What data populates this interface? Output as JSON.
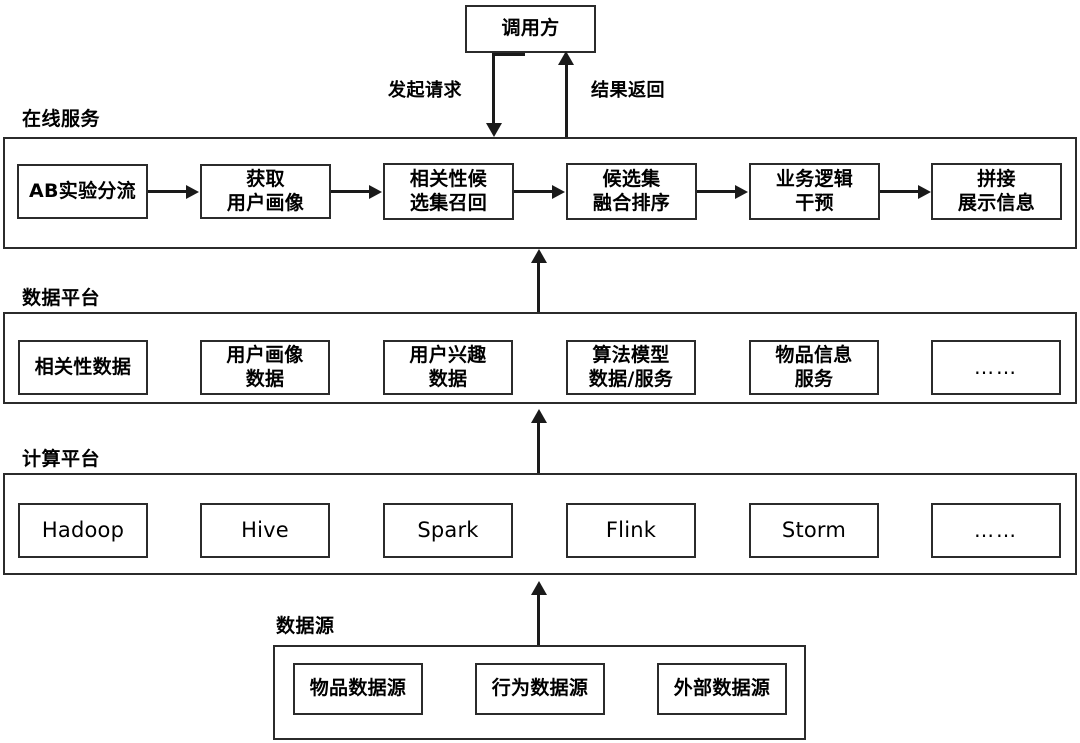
{
  "diagram": {
    "caller": {
      "label": "调用方"
    },
    "edges": {
      "request_label": "发起请求",
      "response_label": "结果返回"
    },
    "layers": [
      {
        "id": "online-service",
        "caption": "在线服务",
        "nodes": [
          {
            "label": "AB实验分流",
            "kind": "cjk"
          },
          {
            "label": "获取\n用户画像",
            "kind": "cjk"
          },
          {
            "label": "相关性候\n选集召回",
            "kind": "cjk"
          },
          {
            "label": "候选集\n融合排序",
            "kind": "cjk"
          },
          {
            "label": "业务逻辑\n干预",
            "kind": "cjk"
          },
          {
            "label": "拼接\n展示信息",
            "kind": "cjk"
          }
        ]
      },
      {
        "id": "data-platform",
        "caption": "数据平台",
        "nodes": [
          {
            "label": "相关性数据",
            "kind": "cjk"
          },
          {
            "label": "用户画像\n数据",
            "kind": "cjk"
          },
          {
            "label": "用户兴趣\n数据",
            "kind": "cjk"
          },
          {
            "label": "算法模型\n数据/服务",
            "kind": "cjk"
          },
          {
            "label": "物品信息\n服务",
            "kind": "cjk"
          },
          {
            "label": "……",
            "kind": "dots"
          }
        ]
      },
      {
        "id": "compute-platform",
        "caption": "计算平台",
        "nodes": [
          {
            "label": "Hadoop",
            "kind": "latin"
          },
          {
            "label": "Hive",
            "kind": "latin"
          },
          {
            "label": "Spark",
            "kind": "latin"
          },
          {
            "label": "Flink",
            "kind": "latin"
          },
          {
            "label": "Storm",
            "kind": "latin"
          },
          {
            "label": "……",
            "kind": "dots"
          }
        ]
      },
      {
        "id": "data-source",
        "caption": "数据源",
        "nodes": [
          {
            "label": "物品数据源",
            "kind": "cjk"
          },
          {
            "label": "行为数据源",
            "kind": "cjk"
          },
          {
            "label": "外部数据源",
            "kind": "cjk"
          }
        ]
      }
    ],
    "colors": {
      "stroke": "#2b2b2b",
      "connector": "#1a1a1a",
      "background": "#ffffff",
      "text": "#000000"
    }
  }
}
